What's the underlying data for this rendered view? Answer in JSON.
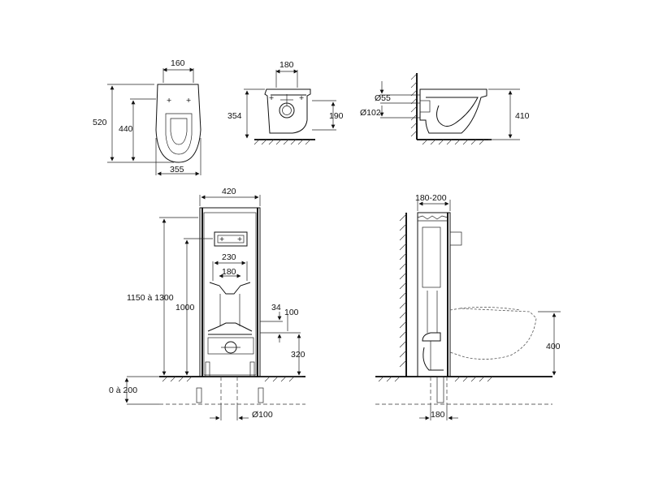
{
  "views": {
    "top": {
      "width_top": "160",
      "height_total": "520",
      "height_inner": "440",
      "width_bottom": "355"
    },
    "front": {
      "width_top": "180",
      "height_left": "354",
      "height_right": "190"
    },
    "side": {
      "dia_small": "Ø55",
      "dia_large": "Ø102",
      "height_right": "410"
    },
    "frame_front": {
      "width_top": "420",
      "height_total": "1150 à 1300",
      "height_inner": "1000",
      "bolt_spacing": "230",
      "inner_spacing": "180",
      "offset_34": "34",
      "offset_100": "100",
      "height_320": "320",
      "floor_adjust": "0 à 200",
      "drain_dia": "Ø100"
    },
    "frame_side": {
      "depth": "180-200",
      "height_400": "400",
      "drain_depth": "180"
    }
  }
}
